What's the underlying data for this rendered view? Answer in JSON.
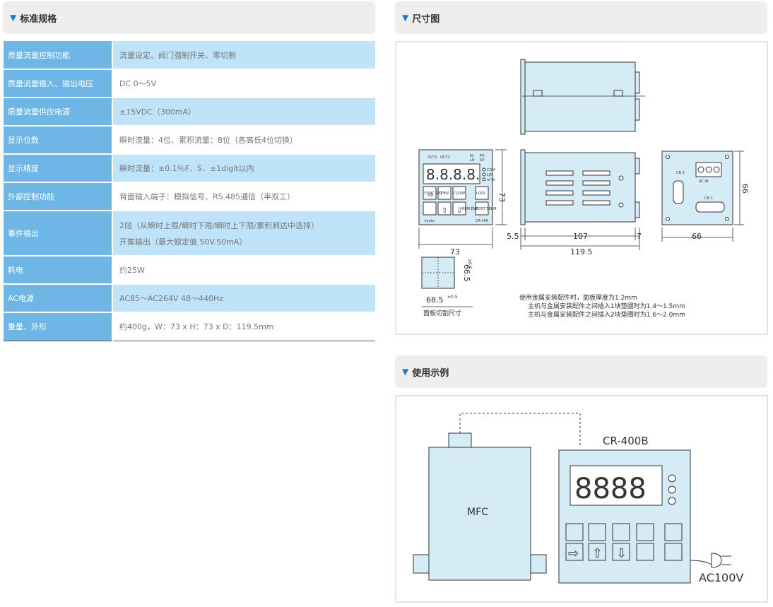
{
  "spec_section": {
    "title": "标准规格",
    "rows": [
      {
        "label": "质量流量控制功能",
        "value": "流量设定、阀门强制开关、零切割"
      },
      {
        "label": "质量流量输入、输出电压",
        "value": "DC 0～5V"
      },
      {
        "label": "质量流量供应电源",
        "value": "±15VDC（300mA）"
      },
      {
        "label": "显示位数",
        "value": "瞬时流量：4位、累积流量：8位（各高低4位切换）"
      },
      {
        "label": "显示精度",
        "value": "瞬时流量：±0.1％F．S．±1digit以内"
      },
      {
        "label": "外部控制功能",
        "value": "背面输入端子：模拟信号、RS.485通信（半双工）"
      },
      {
        "label": "事件输出",
        "value": "2段（从瞬时上限/瞬时下限/瞬时上下限/累积到达中选择）",
        "value2": "开集输出（最大额定值 50V.50mA）"
      },
      {
        "label": "耗电",
        "value": "约25W"
      },
      {
        "label": "AC电源",
        "value": "AC85～AC264V 48～440Hz"
      },
      {
        "label": "重量、外形",
        "value": "约400g，W：73 x H：73 x D：119.5mm"
      }
    ]
  },
  "dimension_section": {
    "title": "尺寸图",
    "dims": {
      "front_height": "73",
      "front_width": "73",
      "side_front": "5.5",
      "side_body": "107",
      "side_back": "7",
      "side_total": "119.5",
      "rear_height": "66",
      "rear_width": "66",
      "cutout_w": "68.5",
      "cutout_w_tol": "±0.5",
      "cutout_h": "66.5",
      "cutout_h_tol": "±0.5"
    },
    "cutout_label": "面板切割尺寸",
    "device_labels": {
      "out1": "OUT1",
      "out2": "OUT2",
      "hi": "HI",
      "lo": "LO",
      "sv": "SV",
      "pv": "PV",
      "com": "COM",
      "lm": "L/M",
      "mh": "m³/h",
      "func": "FUNC SET",
      "open": "OPEN",
      "close": "CLOSE",
      "lock": "LOCK",
      "mem": "MEM ENT",
      "term": "HOST TERM",
      "model": "CR-400",
      "brand": "kyoto",
      "digits": "8.8.8.8.",
      "cn1": "CN 1",
      "cn2": "CN 2",
      "acin": "AC IN"
    },
    "notes": [
      "使用金属安装配件时，面板厚度为1.2mm",
      "主机与金属安装配件之间插入1块垫圈时为1.4～1.5mm",
      "主机与金属安装配件之间插入2块垫圈时为1.6～2.0mm"
    ]
  },
  "usage_section": {
    "title": "使用示例",
    "mfc_label": "MFC",
    "controller_label": "CR-400B",
    "digits": "8888",
    "power_label": "AC100V"
  },
  "colors": {
    "accent": "#1f79c4",
    "key_cell": "#6eb6e5",
    "val_cell_alt": "#bfe3f8",
    "device_fill": "#d5ecf7"
  }
}
